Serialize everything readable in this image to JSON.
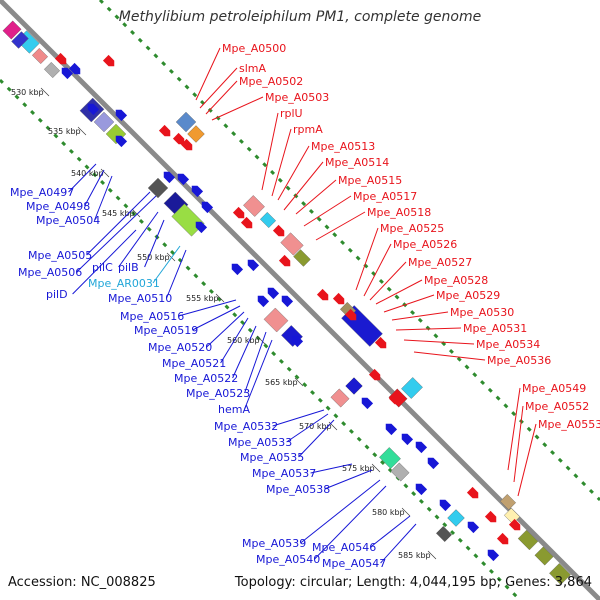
{
  "title": "Methylibium petroleiphilum PM1, complete genome",
  "footer": {
    "accession": "Accession: NC_008825",
    "topology": "Topology: circular; Length: 4,044,195 bp; Genes: 3,864"
  },
  "colors": {
    "forward_strand": "#e8141c",
    "reverse_strand": "#1717d6",
    "rna": "#21a6d8",
    "backbone": "#8a8a8a",
    "gc_ticks": "#2e8b2e"
  },
  "ruler_ticks": [
    "530 kbp",
    "535 kbp",
    "540 kbp",
    "545 kbp",
    "550 kbp",
    "555 kbp",
    "560 kbp",
    "565 kbp",
    "570 kbp",
    "575 kbp",
    "580 kbp",
    "585 kbp"
  ],
  "right_labels": [
    "Mpe_A0500",
    "slmA",
    "Mpe_A0502",
    "Mpe_A0503",
    "rplU",
    "rpmA",
    "Mpe_A0513",
    "Mpe_A0514",
    "Mpe_A0515",
    "Mpe_A0517",
    "Mpe_A0518",
    "Mpe_A0525",
    "Mpe_A0526",
    "Mpe_A0527",
    "Mpe_A0528",
    "Mpe_A0529",
    "Mpe_A0530",
    "Mpe_A0531",
    "Mpe_A0534",
    "Mpe_A0536",
    "Mpe_A0549",
    "Mpe_A0552",
    "Mpe_A0553"
  ],
  "left_labels": [
    "Mpe_A0497",
    "Mpe_A0498",
    "Mpe_A0504",
    "Mpe_A0505",
    "Mpe_A0506",
    "pilC",
    "pilB",
    "pilD",
    "Mpe_AR0031",
    "Mpe_A0510",
    "Mpe_A0516",
    "Mpe_A0519",
    "Mpe_A0520",
    "Mpe_A0521",
    "Mpe_A0522",
    "Mpe_A0523",
    "hemA",
    "Mpe_A0532",
    "Mpe_A0533",
    "Mpe_A0535",
    "Mpe_A0537",
    "Mpe_A0538",
    "Mpe_A0539",
    "Mpe_A0540",
    "Mpe_A0546",
    "Mpe_A0547"
  ]
}
